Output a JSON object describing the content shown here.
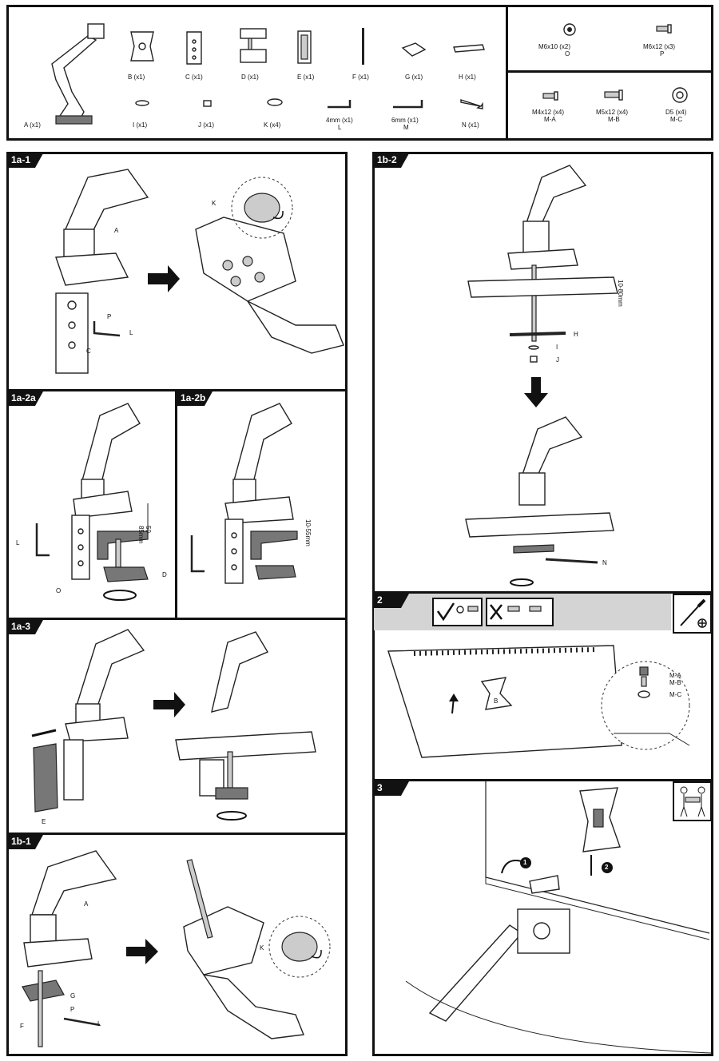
{
  "parts": [
    {
      "id": "A",
      "label": "A (x1)"
    },
    {
      "id": "B",
      "label": "B (x1)"
    },
    {
      "id": "C",
      "label": "C (x1)"
    },
    {
      "id": "D",
      "label": "D (x1)"
    },
    {
      "id": "E",
      "label": "E (x1)"
    },
    {
      "id": "F",
      "label": "F (x1)"
    },
    {
      "id": "G",
      "label": "G (x1)"
    },
    {
      "id": "H",
      "label": "H (x1)"
    },
    {
      "id": "I",
      "label": "I (x1)"
    },
    {
      "id": "J",
      "label": "J (x1)"
    },
    {
      "id": "K",
      "label": "K (x4)"
    },
    {
      "id": "L",
      "label1": "4mm (x1)",
      "label2": "L"
    },
    {
      "id": "M",
      "label1": "6mm (x1)",
      "label2": "M"
    },
    {
      "id": "N",
      "label": "N (x1)"
    }
  ],
  "screws": [
    {
      "line1": "M6x10 (x2)",
      "line2": "O"
    },
    {
      "line1": "M6x12 (x3)",
      "line2": "P"
    },
    {
      "line1": "M4x12 (x4)",
      "line2": "M-A"
    },
    {
      "line1": "M5x12 (x4)",
      "line2": "M-B"
    },
    {
      "line1": "D5 (x4)",
      "line2": "M-C"
    }
  ],
  "steps": {
    "s1a1": {
      "tag": "1a-1",
      "callouts": {
        "A": "A",
        "P": "P",
        "L": "L",
        "C": "C",
        "K": "K"
      }
    },
    "s1a2a": {
      "tag": "1a-2a",
      "dim": "50-85mm",
      "callouts": {
        "L": "L",
        "O": "O",
        "D": "D"
      }
    },
    "s1a2b": {
      "tag": "1a-2b",
      "dim": "10-55mm"
    },
    "s1a3": {
      "tag": "1a-3",
      "callouts": {
        "E": "E"
      }
    },
    "s1b1": {
      "tag": "1b-1",
      "callouts": {
        "A": "A",
        "G": "G",
        "P": "P",
        "F": "F",
        "L": "L",
        "K": "K"
      }
    },
    "s1b2": {
      "tag": "1b-2",
      "dim": "10-80mm",
      "callouts": {
        "H": "H",
        "I": "I",
        "J": "J",
        "N": "N"
      }
    },
    "s2": {
      "tag": "2",
      "callouts": {
        "B": "B",
        "MA": "M-A",
        "MB": "M-B",
        "MC": "M-C"
      }
    },
    "s3": {
      "tag": "3",
      "num1": "1",
      "num2": "2"
    }
  }
}
